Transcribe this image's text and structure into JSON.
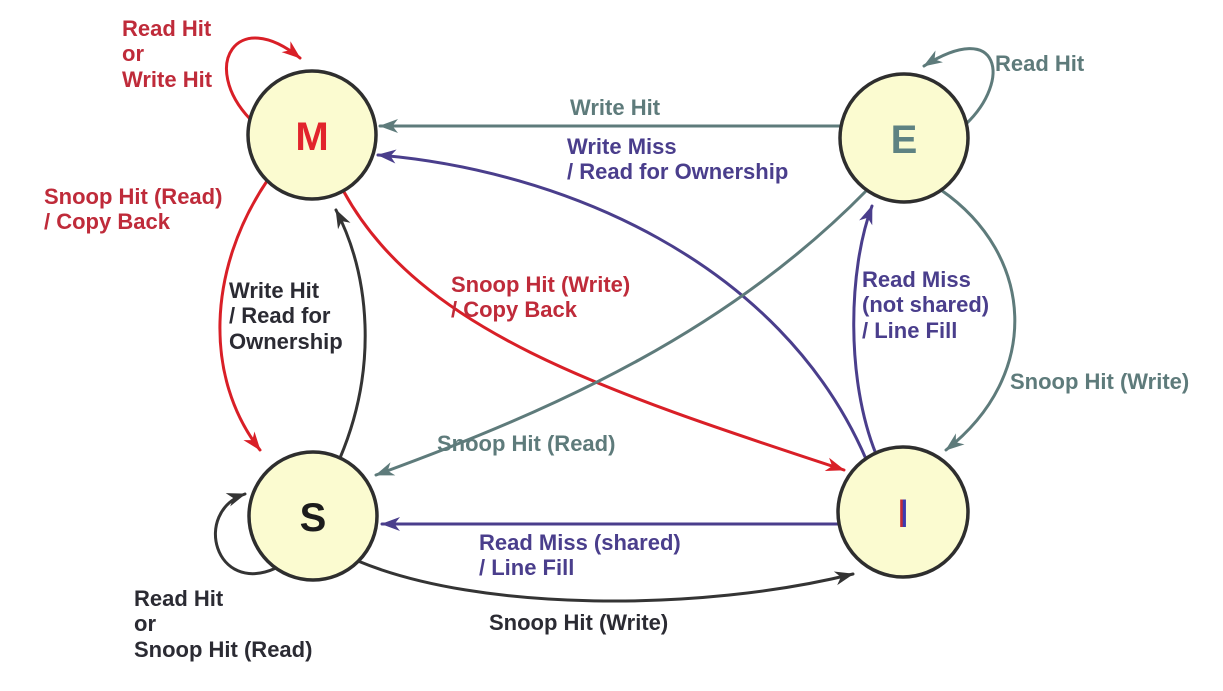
{
  "states": {
    "M": {
      "label": "M",
      "letter_color": "#e2242c"
    },
    "E": {
      "label": "E",
      "letter_color": "#5e8282"
    },
    "S": {
      "label": "S",
      "letter_color": "#1c1c1c"
    },
    "I": {
      "label": "I",
      "letter_color_left": "#bf2b3a",
      "letter_color_right": "#3b3bb0"
    }
  },
  "transitions": {
    "m_self": {
      "from": "M",
      "to": "M",
      "label": "Read Hit\nor\nWrite Hit",
      "color": "#bf2b3a",
      "arrow_color": "#d91f27"
    },
    "e_self": {
      "from": "E",
      "to": "E",
      "label": "Read Hit",
      "color": "#5e7b7b",
      "arrow_color": "#5e7b7b"
    },
    "e_to_m": {
      "from": "E",
      "to": "M",
      "label": "Write Hit",
      "color": "#5e7b7b",
      "arrow_color": "#5e7b7b"
    },
    "i_to_m": {
      "from": "I",
      "to": "M",
      "label": "Write Miss\n/ Read for Ownership",
      "color": "#4a3e8c",
      "arrow_color": "#4a3e8c"
    },
    "m_to_s": {
      "from": "M",
      "to": "S",
      "label": "Snoop Hit (Read)\n/ Copy Back",
      "color": "#bf2b3a",
      "arrow_color": "#d91f27"
    },
    "s_to_m": {
      "from": "S",
      "to": "M",
      "label": "Write Hit\n/ Read for\nOwnership",
      "color": "#2b2b33",
      "arrow_color": "#343434"
    },
    "m_to_i": {
      "from": "M",
      "to": "I",
      "label": "Snoop Hit (Write)\n/ Copy Back",
      "color": "#bf2b3a",
      "arrow_color": "#d91f27"
    },
    "i_to_e": {
      "from": "I",
      "to": "E",
      "label": "Read Miss\n(not shared)\n/ Line Fill",
      "color": "#4a3e8c",
      "arrow_color": "#4a3e8c"
    },
    "e_to_i": {
      "from": "E",
      "to": "I",
      "label": "Snoop Hit (Write)",
      "color": "#5e7b7b",
      "arrow_color": "#5e7b7b"
    },
    "e_to_s": {
      "from": "E",
      "to": "S",
      "label": "Snoop Hit (Read)",
      "color": "#5e7b7b",
      "arrow_color": "#5e7b7b"
    },
    "i_to_s": {
      "from": "I",
      "to": "S",
      "label": "Read Miss (shared)\n/ Line Fill",
      "color": "#4a3e8c",
      "arrow_color": "#4a3e8c"
    },
    "s_to_i": {
      "from": "S",
      "to": "I",
      "label": "Snoop Hit (Write)",
      "color": "#2b2b33",
      "arrow_color": "#343434"
    },
    "s_self": {
      "from": "S",
      "to": "S",
      "label": "Read Hit\nor\nSnoop Hit (Read)",
      "color": "#2b2b33",
      "arrow_color": "#343434"
    }
  },
  "colors": {
    "background": "#ffffff",
    "node_fill": "#fbfbd0",
    "node_border": "#2e2e2e",
    "red_arrow": "#d91f27",
    "dark_red_label": "#bf2b3a",
    "teal": "#5e7b7b",
    "purple": "#4a3e8c",
    "black": "#343434"
  }
}
